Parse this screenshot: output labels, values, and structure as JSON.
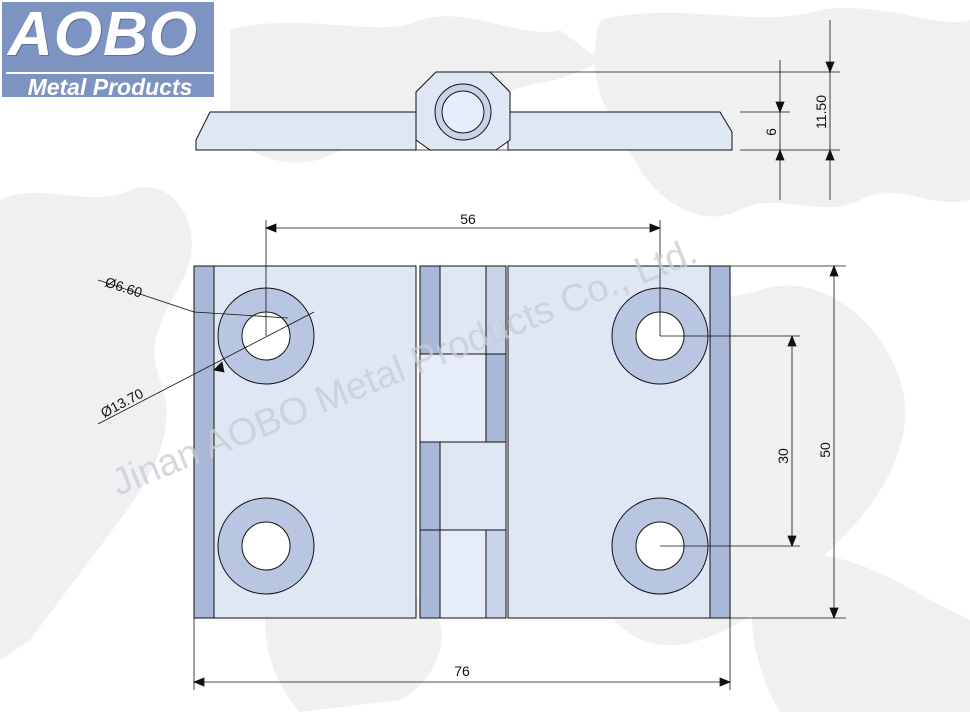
{
  "logo": {
    "brand": "AOBO",
    "subtitle": "Metal Products",
    "color": "#7d93c2"
  },
  "watermark": "Jinan AOBO Metal Products Co., Ltd.",
  "dimensions": {
    "hole_pitch_horizontal": "56",
    "overall_width": "76",
    "overall_height": "50",
    "hole_pitch_vertical": "30",
    "total_thickness": "11.50",
    "leaf_thickness": "6",
    "hole_diameter": "Ø6.60",
    "counterbore_diameter": "Ø13.70"
  },
  "colors": {
    "part_fill": "#d9e2f3",
    "part_dark": "#aab8d8",
    "line": "#111111",
    "map": "#eef0f2"
  }
}
